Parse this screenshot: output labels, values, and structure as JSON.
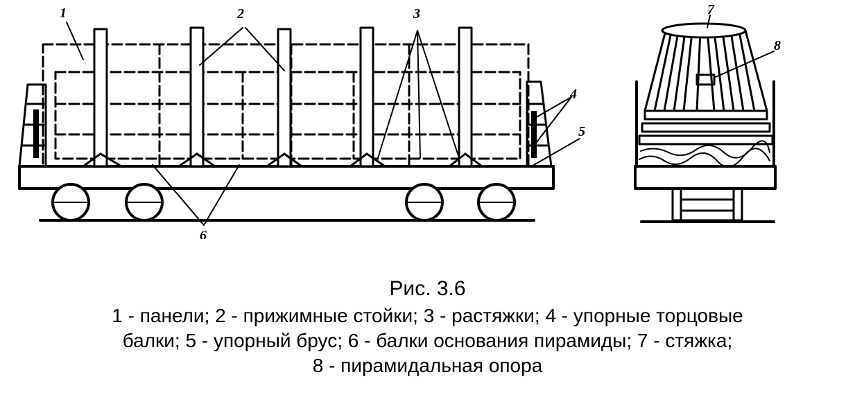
{
  "figure": {
    "callouts": [
      "1",
      "2",
      "3",
      "4",
      "5",
      "6",
      "7",
      "8"
    ]
  },
  "caption": {
    "title": "Рис. 3.6",
    "lines": [
      "1 - панели; 2 - прижимные стойки; 3 - растяжки; 4 - упорные торцовые",
      "балки; 5 - упорный брус; 6 - балки основания пирамиды; 7 - стяжка;",
      "8 - пирамидальная опора"
    ]
  }
}
